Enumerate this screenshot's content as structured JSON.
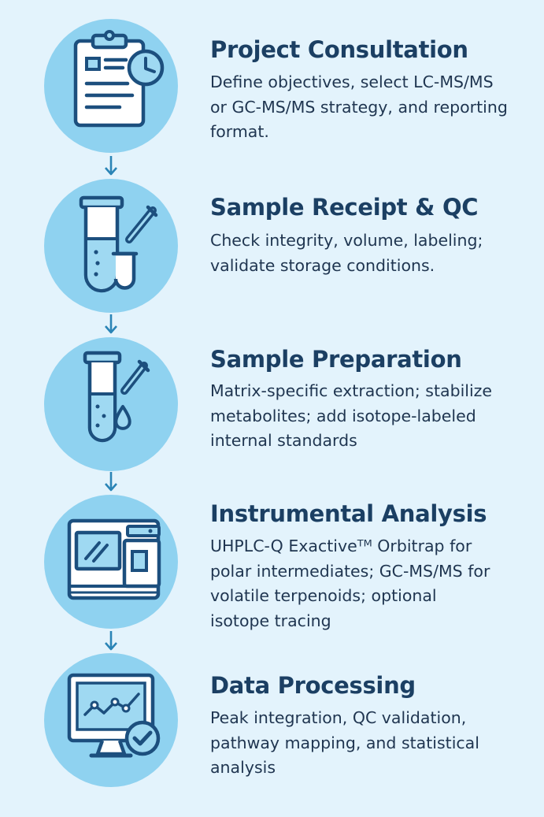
{
  "steps": [
    {
      "title": "Project Consultation",
      "lines": [
        "Define objectives, select LC-MS/MS",
        "or GC-MS/MS strategy, and reporting",
        "format."
      ],
      "icon": "clipboard-clock-icon"
    },
    {
      "title": "Sample Receipt & QC",
      "lines": [
        "Check integrity, volume, labeling;",
        "validate storage conditions."
      ],
      "icon": "test-tubes-icon"
    },
    {
      "title": "Sample Preparation",
      "lines": [
        "Matrix-specific extraction; stabilize",
        "metabolites; add isotope-labeled",
        "internal standards"
      ],
      "icon": "tube-dropper-icon"
    },
    {
      "title": "Instrumental Analysis",
      "lines": [
        "UHPLC-Q Exactiveᵀᴹ Orbitrap for",
        "polar intermediates; GC-MS/MS for",
        "volatile terpenoids; optional",
        "isotope tracing"
      ],
      "icon": "mass-spectrometer-icon"
    },
    {
      "title": "Data Processing",
      "lines": [
        "Peak integration, QC validation,",
        "pathway mapping, and statistical",
        "analysis"
      ],
      "icon": "monitor-check-icon"
    }
  ],
  "colors": {
    "background": "#e3f3fc",
    "circle": "#8fd2f0",
    "stroke": "#1c4f7e",
    "title": "#1b3f63",
    "arrow": "#2a84b6"
  }
}
